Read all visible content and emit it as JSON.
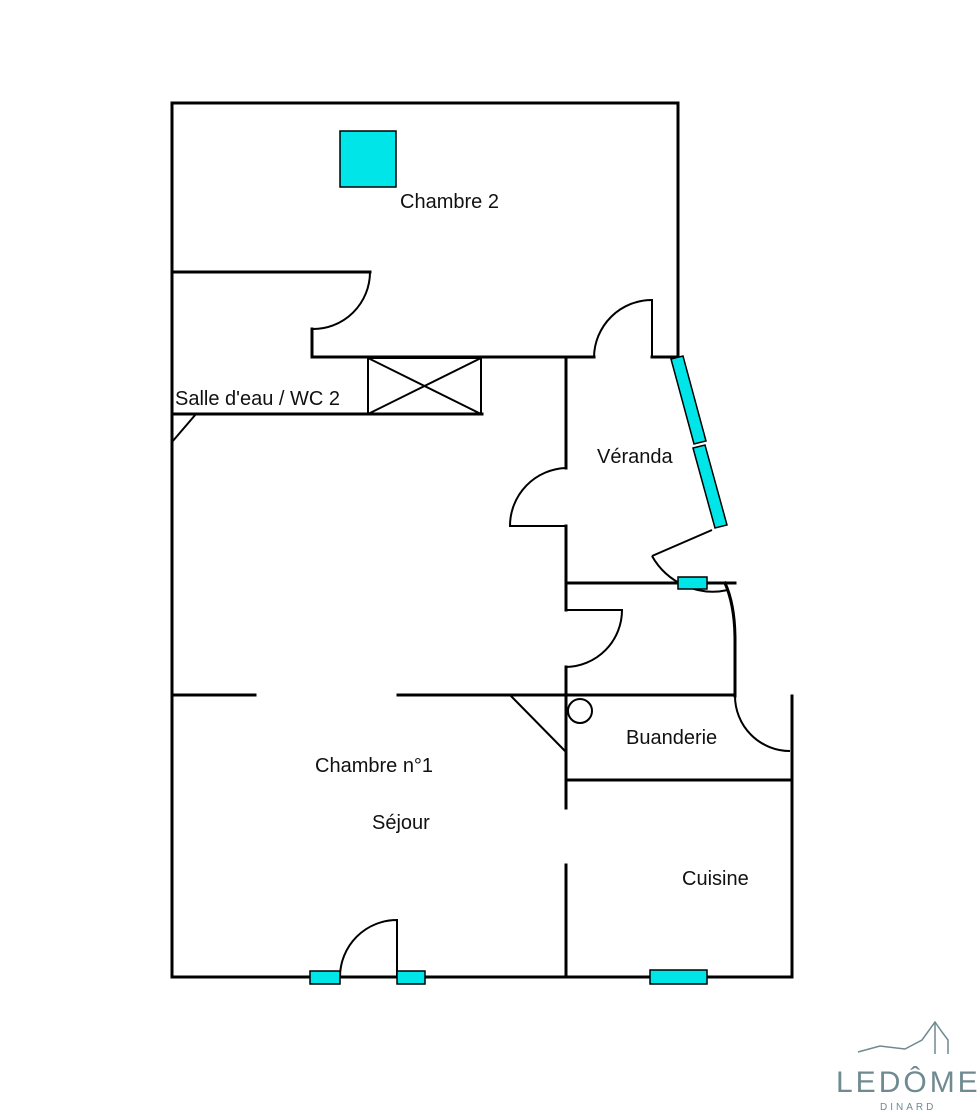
{
  "plan": {
    "rooms": {
      "chambre2": "Chambre 2",
      "salle_eau": "Salle d'eau / WC 2",
      "veranda": "Véranda",
      "buanderie": "Buanderie",
      "chambre1": "Chambre n°1",
      "sejour": "Séjour",
      "cuisine": "Cuisine"
    },
    "window_color": "#00e5e8",
    "wall_color": "#000000"
  },
  "logo": {
    "brand": "LEDÔME",
    "location": "DINARD",
    "color": "#6f8a90"
  }
}
